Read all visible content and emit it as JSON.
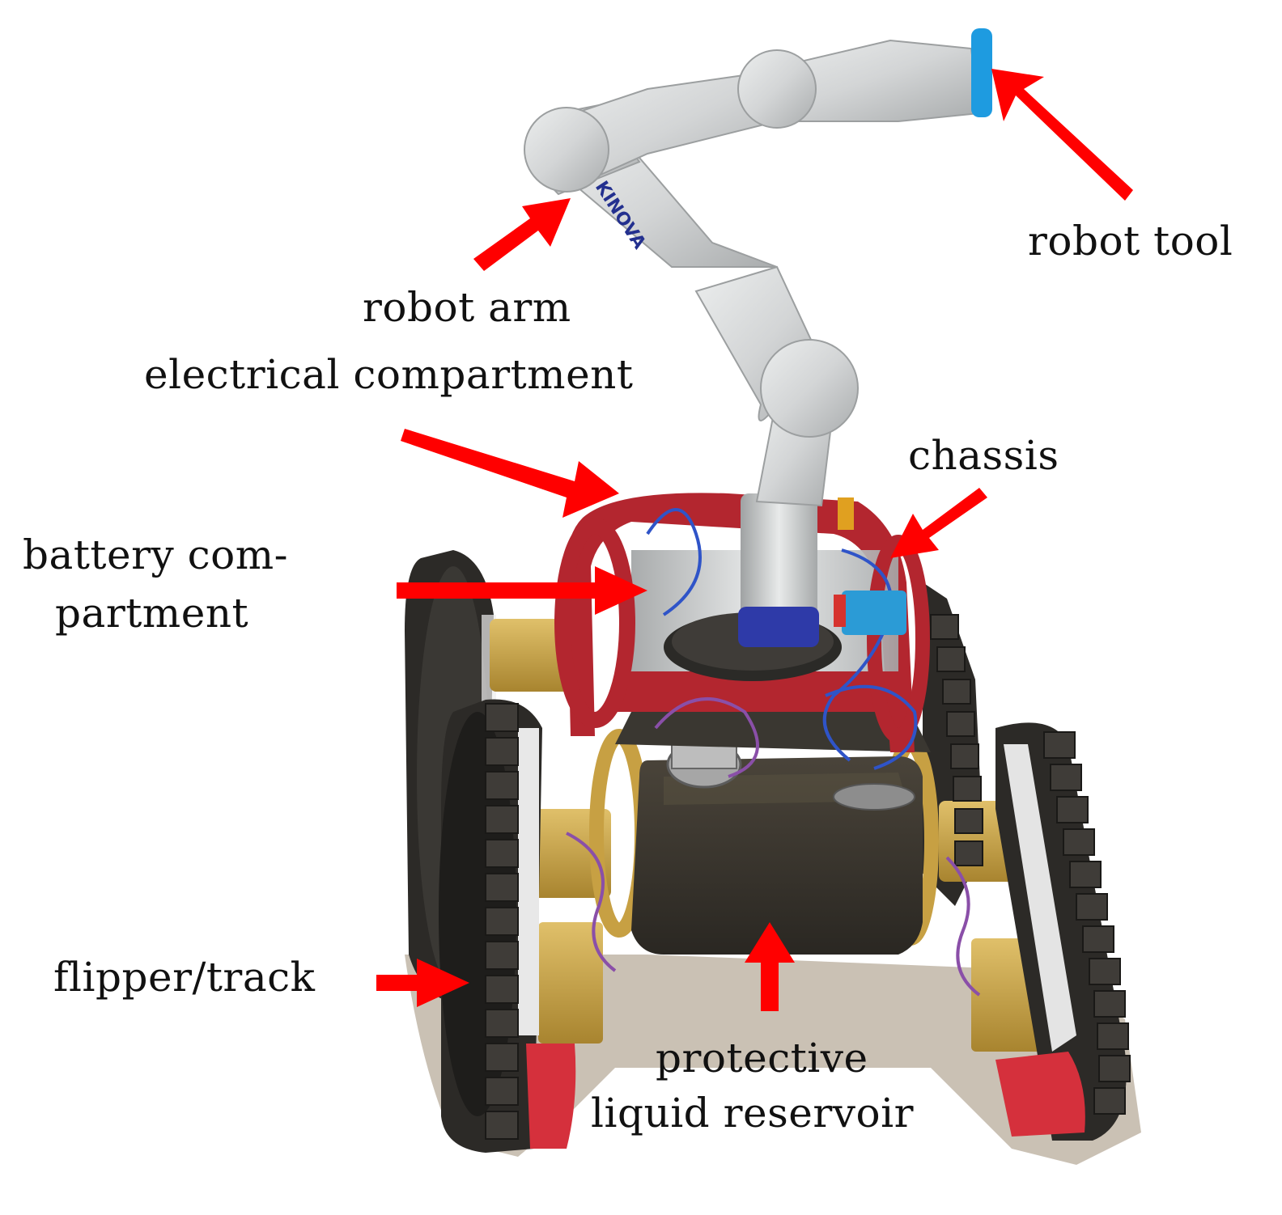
{
  "colors": {
    "arrow": "#ff0000",
    "arm_body": "#d5d7d8",
    "arm_joint": "#bfc2c3",
    "chassis_frame": "#b3262f",
    "track": "#2c2a27",
    "reservoir": "#3d3932",
    "gear_brass": "#c9a548",
    "flipper_tip": "#d5303c",
    "tool_blue": "#1e9be0",
    "wire_blue": "#2f54c8",
    "wire_purple": "#8a4fa8"
  },
  "arm_brand": "KINOVA",
  "labels": {
    "robot_tool": "robot tool",
    "robot_arm": "robot arm",
    "electrical_compartment": "electrical compartment",
    "chassis": "chassis",
    "battery_line1": "battery com-",
    "battery_line2": "partment",
    "flipper_track": "flipper/track",
    "reservoir_line1": "protective",
    "reservoir_line2": "liquid reservoir"
  }
}
